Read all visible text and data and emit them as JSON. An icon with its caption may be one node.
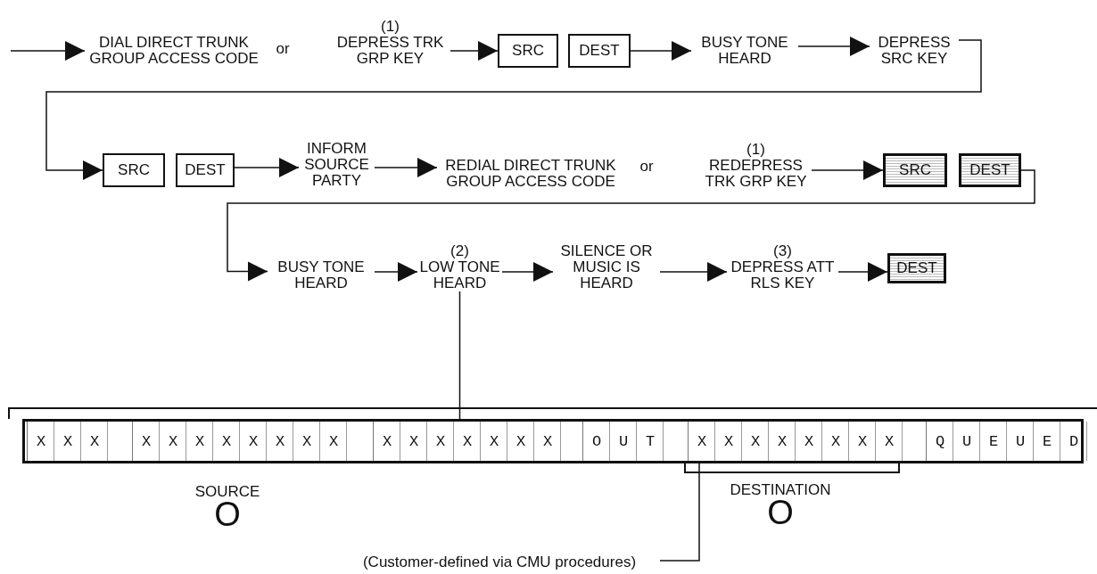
{
  "diagram": {
    "nodes": [
      {
        "text": [
          "DIAL DIRECT TRUNK GROUP ACCESS CODE"
        ]
      },
      {
        "text": [
          "DEPRESS TRK GRP KEY"
        ],
        "beside": [
          "(1)"
        ]
      },
      {
        "text": [
          "SRC"
        ]
      },
      {
        "text": [
          "DEST"
        ]
      },
      {
        "text": [
          "BUSY TONE HEARD"
        ]
      },
      {
        "text": [
          "DEPRESS SRC KEY"
        ]
      },
      {
        "text": [
          "SRC"
        ]
      },
      {
        "text": [
          "DEST"
        ]
      },
      {
        "text": [
          "INFORM SOURCE PARTY"
        ]
      },
      {
        "text": [
          "REDIAL DIRECT TRUNK GROUP ACCESS CODE"
        ]
      },
      {
        "text": [
          "REDEPRESS TRK GRP KEY"
        ],
        "beside": [
          "(1)"
        ]
      },
      {
        "text": [
          "SRC"
        ]
      },
      {
        "text": [
          "DEST"
        ]
      },
      {
        "text": [
          "BUSY TONE HEARD"
        ]
      },
      {
        "text": [
          "LOW TONE HEARD"
        ],
        "beside": [
          "(2)"
        ]
      },
      {
        "text": [
          "SILENCE OR MUSIC IS HEARD"
        ]
      },
      {
        "text": [
          "DEPRESS ATT RLS KEY"
        ],
        "beside": [
          "(3)"
        ]
      },
      {
        "text": [
          "DEST"
        ]
      },
      {
        "text": [
          "XXX",
          "XXXXXXXX",
          "XXXXXXX",
          "OUT",
          "XXXXXXXX",
          "QUEUED"
        ]
      },
      {
        "text": [
          "(Customer-defined via CMU procedures)"
        ]
      }
    ],
    "edges": [
      {
        "from": null,
        "to": 0,
        "arrow": "to"
      },
      {
        "from": 1,
        "to": 2,
        "arrow": "to"
      },
      {
        "from": 3,
        "to": 4,
        "arrow": "to"
      },
      {
        "from": 4,
        "to": 5,
        "arrow": "to"
      },
      {
        "from": 5,
        "to": 6,
        "arrow": "to"
      },
      {
        "from": 7,
        "to": 8,
        "arrow": "to"
      },
      {
        "from": 8,
        "to": 9,
        "arrow": "to"
      },
      {
        "from": 10,
        "to": 11,
        "arrow": "to"
      },
      {
        "from": 12,
        "to": 13,
        "arrow": "to"
      },
      {
        "from": 13,
        "to": 14,
        "arrow": "to"
      },
      {
        "from": 14,
        "to": 15,
        "arrow": "to"
      },
      {
        "from": 15,
        "to": 16,
        "arrow": "to"
      },
      {
        "from": 16,
        "to": 17,
        "arrow": "to"
      },
      {
        "from": 14,
        "to": 18,
        "arrow": "none"
      },
      {
        "from": 19,
        "to": 18,
        "arrow": "none"
      }
    ],
    "labels": [
      "or",
      "or",
      "SOURCE",
      "DESTINATION",
      "O",
      "O"
    ]
  }
}
